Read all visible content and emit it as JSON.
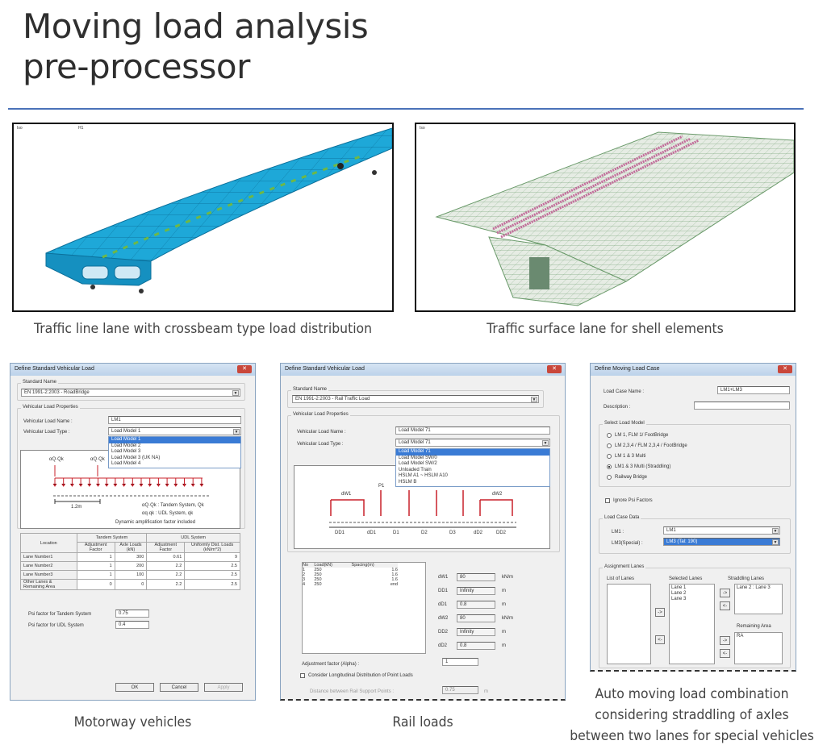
{
  "title": {
    "line1": "Moving load analysis",
    "line2": "pre-processor"
  },
  "captions": {
    "shot1": "Traffic line lane with crossbeam type load distribution",
    "shot2": "Traffic surface lane for shell elements",
    "dlg1": "Motorway vehicles",
    "dlg2": "Rail loads",
    "dlg3": [
      "Auto moving load combination",
      "considering straddling of axles",
      "between two lanes for special vehicles"
    ]
  },
  "colors": {
    "rule": "#4a72b8",
    "deck": "#1ea8d8",
    "mesh": "#e6ece4",
    "highlight": "#3a7bd5"
  },
  "view_labels": {
    "shot1": [
      "Iso",
      "H1"
    ],
    "shot2": [
      "Iso"
    ]
  },
  "dlg1": {
    "title": "Define Standard Vehicular Load",
    "standard_group": "Standard Name",
    "standard": "EN 1991-2:2003 - RoadBridge",
    "props_group": "Vehicular Load Properties",
    "name_label": "Vehicular Load Name :",
    "name": "LM1",
    "type_label": "Vehicular Load Type :",
    "type": "Load Model 1",
    "type_options": [
      "Load Model 1",
      "Load Model 2",
      "Load Model 3",
      "Load Model 3 (UK NA)",
      "Load Model 4"
    ],
    "diagram": {
      "tandem_label": "αQ·Qk",
      "tandem_label2": "αQ·Qk",
      "span": "1.2m",
      "legend1": "αQ·Qk  : Tandem System, Qk",
      "legend2": "αq·qk   : UDL System, qk",
      "note": "Dynamic amplification factor included"
    },
    "table": {
      "location": "Location",
      "tandem": "Tandem System",
      "udl": "UDL System",
      "cols": [
        "Adjustment Factor",
        "Axle Loads (kN)",
        "Adjustment Factor",
        "Uniformly Dist. Loads (kN/m^2)"
      ],
      "rows": [
        {
          "loc": "Lane Number1",
          "v": [
            "1",
            "300",
            "0.61",
            "9"
          ]
        },
        {
          "loc": "Lane Number2",
          "v": [
            "1",
            "200",
            "2.2",
            "2.5"
          ]
        },
        {
          "loc": "Lane Number3",
          "v": [
            "1",
            "100",
            "2.2",
            "2.5"
          ]
        },
        {
          "loc": "Other Lanes & Remaining Area",
          "v": [
            "0",
            "0",
            "2.2",
            "2.5"
          ]
        }
      ]
    },
    "psi_tandem_label": "Psi factor for Tandem System",
    "psi_tandem": "0.75",
    "psi_udl_label": "Psi factor for UDL System",
    "psi_udl": "0.4",
    "ok": "OK",
    "cancel": "Cancel",
    "apply": "Apply"
  },
  "dlg2": {
    "title": "Define Standard Vehicular Load",
    "standard_group": "Standard Name",
    "standard": "EN 1991-2:2003 - Rail Traffic Load",
    "props_group": "Vehicular Load Properties",
    "name_label": "Vehicular Load Name :",
    "name": "Load Model 71",
    "type_label": "Vehicular Load Type :",
    "type": "Load Model 71",
    "type_options": [
      "Load Model 71",
      "Load Model SW/0",
      "Load Model SW/2",
      "Unloaded Train",
      "HSLM A1 ~ HSLM A10",
      "HSLM B"
    ],
    "diagram": {
      "top": [
        "dW1",
        "P1",
        "dW2"
      ],
      "bottom": [
        "DD1",
        "dD1",
        "D1",
        "D2",
        "D3",
        "dD2",
        "DD2"
      ]
    },
    "table": {
      "cols": [
        "No",
        "Load(kN)",
        "Spacing(m)"
      ],
      "rows": [
        [
          "1",
          "250",
          "1.6"
        ],
        [
          "2",
          "250",
          "1.6"
        ],
        [
          "3",
          "250",
          "1.6"
        ],
        [
          "4",
          "250",
          "end"
        ]
      ]
    },
    "fields": [
      {
        "label": "dW1",
        "value": "80",
        "unit": "kN/m"
      },
      {
        "label": "DD1",
        "value": "Infinity",
        "unit": "m"
      },
      {
        "label": "dD1",
        "value": "0.8",
        "unit": "m"
      },
      {
        "label": "dW2",
        "value": "80",
        "unit": "kN/m"
      },
      {
        "label": "DD2",
        "value": "Infinity",
        "unit": "m"
      },
      {
        "label": "dD2",
        "value": "0.8",
        "unit": "m"
      }
    ],
    "alpha_label": "Adjustment factor (Alpha) :",
    "alpha": "1",
    "long_dist": "Consider Longitudinal Distribution of Point Loads",
    "rail_dist_label": "Distance between Rail Support Points :",
    "rail_dist": "0.75",
    "rail_dist_unit": "m"
  },
  "dlg3": {
    "title": "Define Moving Load Case",
    "case_name_label": "Load Case Name :",
    "case_name": "LM1+LM3",
    "desc_label": "Description :",
    "desc": "",
    "model_group": "Select Load Model",
    "models": [
      "LM 1, FLM 1/ FootBridge",
      "LM 2,3,4 / FLM 2,3,4 / FootBridge",
      "LM 1 & 3 Multi",
      "LM1 & 3 Multi (Straddling)",
      "Railway Bridge"
    ],
    "selected_model": 3,
    "ignore_psi": "Ignore Psi Factors",
    "data_group": "Load Case Data",
    "lm1_label": "LM1 :",
    "lm1": "LM1",
    "lm3_label": "LM3(Special) :",
    "lm3": "LM3 (Tal: 190)",
    "assign_group": "Assignment Lanes",
    "list_label": "List of Lanes",
    "selected_label": "Selected Lanes",
    "selected": [
      "Lane 1",
      "Lane 2",
      "Lane 3"
    ],
    "straddling_label": "Straddling Lanes",
    "straddling": [
      "Lane 2 : Lane 3"
    ],
    "remaining_label": "Remaining Area",
    "remaining": [
      "RA"
    ],
    "add": "->",
    "remove": "<-"
  }
}
